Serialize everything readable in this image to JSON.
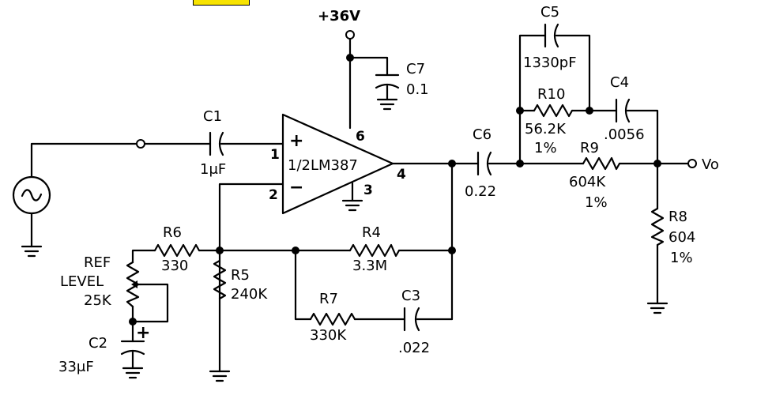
{
  "diagram": {
    "supply": "+36V",
    "opamp": {
      "name": "1/2LM387",
      "plus": "+",
      "minus": "−",
      "pins": {
        "p1": "1",
        "p2": "2",
        "p3": "3",
        "p4": "4",
        "p6": "6"
      }
    },
    "components": {
      "c1": {
        "ref": "C1",
        "value": "1μF"
      },
      "c7": {
        "ref": "C7",
        "value": "0.1"
      },
      "c5": {
        "ref": "C5",
        "value": "1330pF"
      },
      "r10": {
        "ref": "R10",
        "value": "56.2K",
        "tol": "1%"
      },
      "c4": {
        "ref": "C4",
        "value": ".0056"
      },
      "c6": {
        "ref": "C6",
        "value": "0.22"
      },
      "r9": {
        "ref": "R9",
        "value": "604K",
        "tol": "1%"
      },
      "r8": {
        "ref": "R8",
        "value": "604",
        "tol": "1%"
      },
      "r6": {
        "ref": "R6",
        "value": "330"
      },
      "pot": {
        "line1": "REF",
        "line2": "LEVEL",
        "value": "25K"
      },
      "r5": {
        "ref": "R5",
        "value": "240K"
      },
      "r4": {
        "ref": "R4",
        "value": "3.3M"
      },
      "r7": {
        "ref": "R7",
        "value": "330K"
      },
      "c3": {
        "ref": "C3",
        "value": ".022"
      },
      "c2": {
        "ref": "C2",
        "value": "33μF",
        "polarity": "+"
      }
    },
    "output": "Vo",
    "source_symbol": "~"
  }
}
